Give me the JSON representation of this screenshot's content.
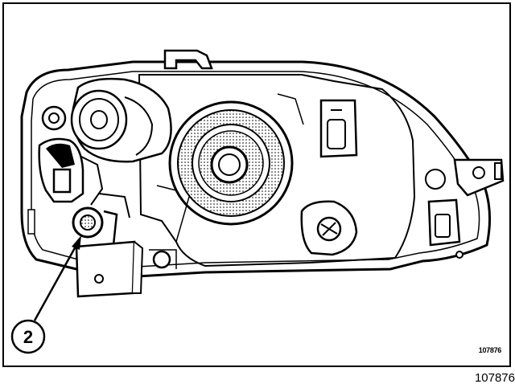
{
  "figure": {
    "callouts": [
      {
        "label": "2",
        "target": "mounting-bolt"
      }
    ],
    "reference_inner": "107876",
    "reference_outer": "107876"
  }
}
